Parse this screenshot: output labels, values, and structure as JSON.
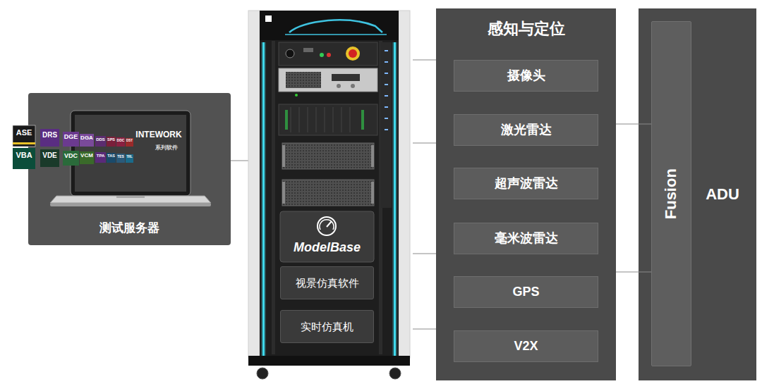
{
  "diagram": {
    "nodes": [
      {
        "text": [
          "测试服务器"
        ]
      },
      {
        "text": [
          "ModelBase"
        ]
      },
      {
        "text": [
          "视景仿真软件"
        ]
      },
      {
        "text": [
          "实时仿真机"
        ]
      },
      {
        "text": [
          "感知与定位"
        ]
      },
      {
        "text": [
          "摄像头"
        ],
        "in": 4
      },
      {
        "text": [
          "激光雷达"
        ],
        "in": 4
      },
      {
        "text": [
          "超声波雷达"
        ],
        "in": 4
      },
      {
        "text": [
          "毫米波雷达"
        ],
        "in": 4
      },
      {
        "text": [
          "GPS"
        ],
        "in": 4
      },
      {
        "text": [
          "V2X"
        ],
        "in": 4
      },
      {
        "text": [
          "ADU"
        ]
      },
      {
        "text": [
          "Fusion"
        ],
        "in": 11
      }
    ],
    "edges": [
      {
        "from": 4,
        "to": 12,
        "arrow": "none"
      },
      {
        "from": 4,
        "to": 12,
        "arrow": "none"
      }
    ],
    "labels": [
      "INTEWORK",
      "系列软件",
      "ASE",
      "DRS",
      "DGE",
      "DGA",
      "DDS",
      "SPS",
      "DDC",
      "DST",
      "VBA",
      "VDE",
      "VDC",
      "VCM",
      "TPA",
      "TAS",
      "TES",
      "TRL"
    ]
  }
}
